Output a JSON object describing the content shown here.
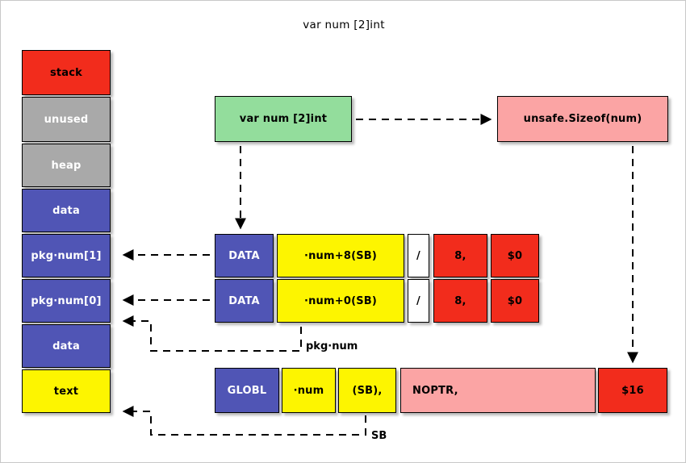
{
  "diagram": {
    "title": "var num [2]int",
    "colors": {
      "red": "#f22c1c",
      "gray": "#a9a9a9",
      "blue": "#5055b5",
      "yellow": "#fdf500",
      "green": "#93dd9c",
      "pink": "#fba4a4",
      "white": "#ffffff",
      "border": "#000000"
    }
  },
  "memory_map": {
    "name": "process-memory-layout",
    "segments": [
      {
        "label": "stack",
        "fill": "red"
      },
      {
        "label": "unused",
        "fill": "gray"
      },
      {
        "label": "heap",
        "fill": "gray"
      },
      {
        "label": "data",
        "fill": "blue"
      },
      {
        "label": "pkg·num[1]",
        "fill": "blue"
      },
      {
        "label": "pkg·num[0]",
        "fill": "blue"
      },
      {
        "label": "data",
        "fill": "blue"
      },
      {
        "label": "text",
        "fill": "yellow"
      }
    ]
  },
  "source": {
    "declaration": {
      "label": "var num [2]int",
      "fill": "green"
    },
    "sizeof": {
      "label": "unsafe.Sizeof(num)",
      "fill": "pink"
    }
  },
  "asm": {
    "data_rows": [
      {
        "name": "data-directive-high",
        "cells": [
          {
            "label": "DATA",
            "fill": "blue"
          },
          {
            "label": "·num+8(SB)",
            "fill": "yellow"
          },
          {
            "label": "/",
            "fill": "white"
          },
          {
            "label": "8,",
            "fill": "red"
          },
          {
            "label": "$0",
            "fill": "red"
          }
        ]
      },
      {
        "name": "data-directive-low",
        "cells": [
          {
            "label": "DATA",
            "fill": "blue"
          },
          {
            "label": "·num+0(SB)",
            "fill": "yellow"
          },
          {
            "label": "/",
            "fill": "white"
          },
          {
            "label": "8,",
            "fill": "red"
          },
          {
            "label": "$0",
            "fill": "red"
          }
        ]
      }
    ],
    "globl_row": {
      "name": "globl-directive",
      "cells": [
        {
          "label": "GLOBL",
          "fill": "blue"
        },
        {
          "label": "·num",
          "fill": "yellow"
        },
        {
          "label": "(SB),",
          "fill": "yellow"
        },
        {
          "label": "NOPTR,",
          "fill": "pink"
        },
        {
          "label": "$16",
          "fill": "red"
        }
      ]
    }
  },
  "connectors": {
    "pkg_num_label": "pkg·num",
    "sb_label": "SB"
  }
}
